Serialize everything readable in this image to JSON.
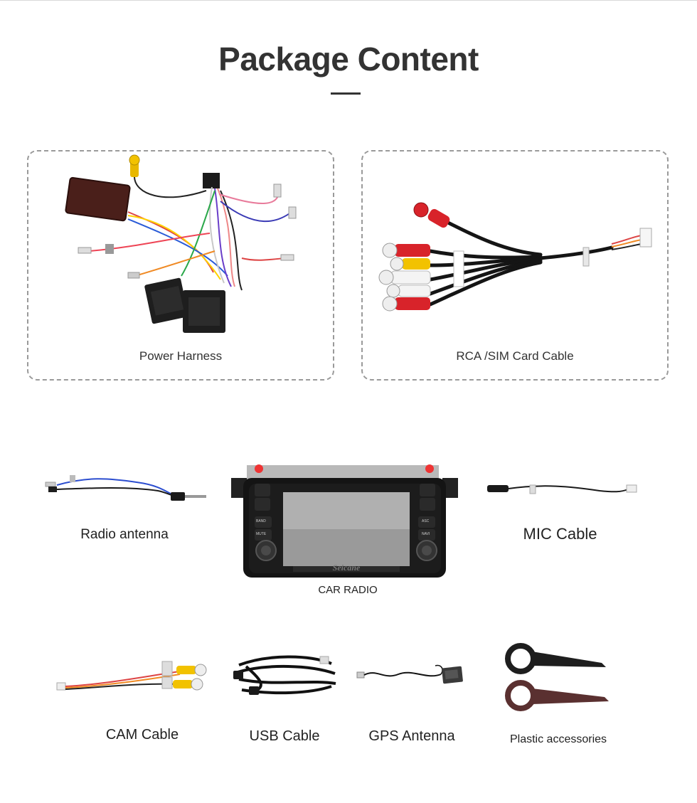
{
  "header": {
    "title": "Package Content"
  },
  "featured": [
    {
      "label": "Power Harness",
      "icon": "power-harness-image"
    },
    {
      "label": "RCA /SIM Card Cable",
      "icon": "rca-sim-cable-image"
    }
  ],
  "middle_row": {
    "radio_antenna": "Radio antenna",
    "car_radio": "CAR RADIO",
    "mic_cable": "MIC Cable",
    "car_radio_brand": "Seicane",
    "radio_buttons": [
      "BAND",
      "MUTE",
      "ASC",
      "NAVI"
    ]
  },
  "bottom_row": {
    "cam_cable": "CAM Cable",
    "usb_cable": "USB Cable",
    "gps_antenna": "GPS Antenna",
    "plastic_accessories": "Plastic accessories"
  },
  "colors": {
    "title": "#333333",
    "border": "#9a9a9a",
    "rca_red": "#d8232a",
    "rca_yellow": "#f2c200",
    "rca_white": "#f4f4f4",
    "accessory_tool": "#5a3030"
  }
}
